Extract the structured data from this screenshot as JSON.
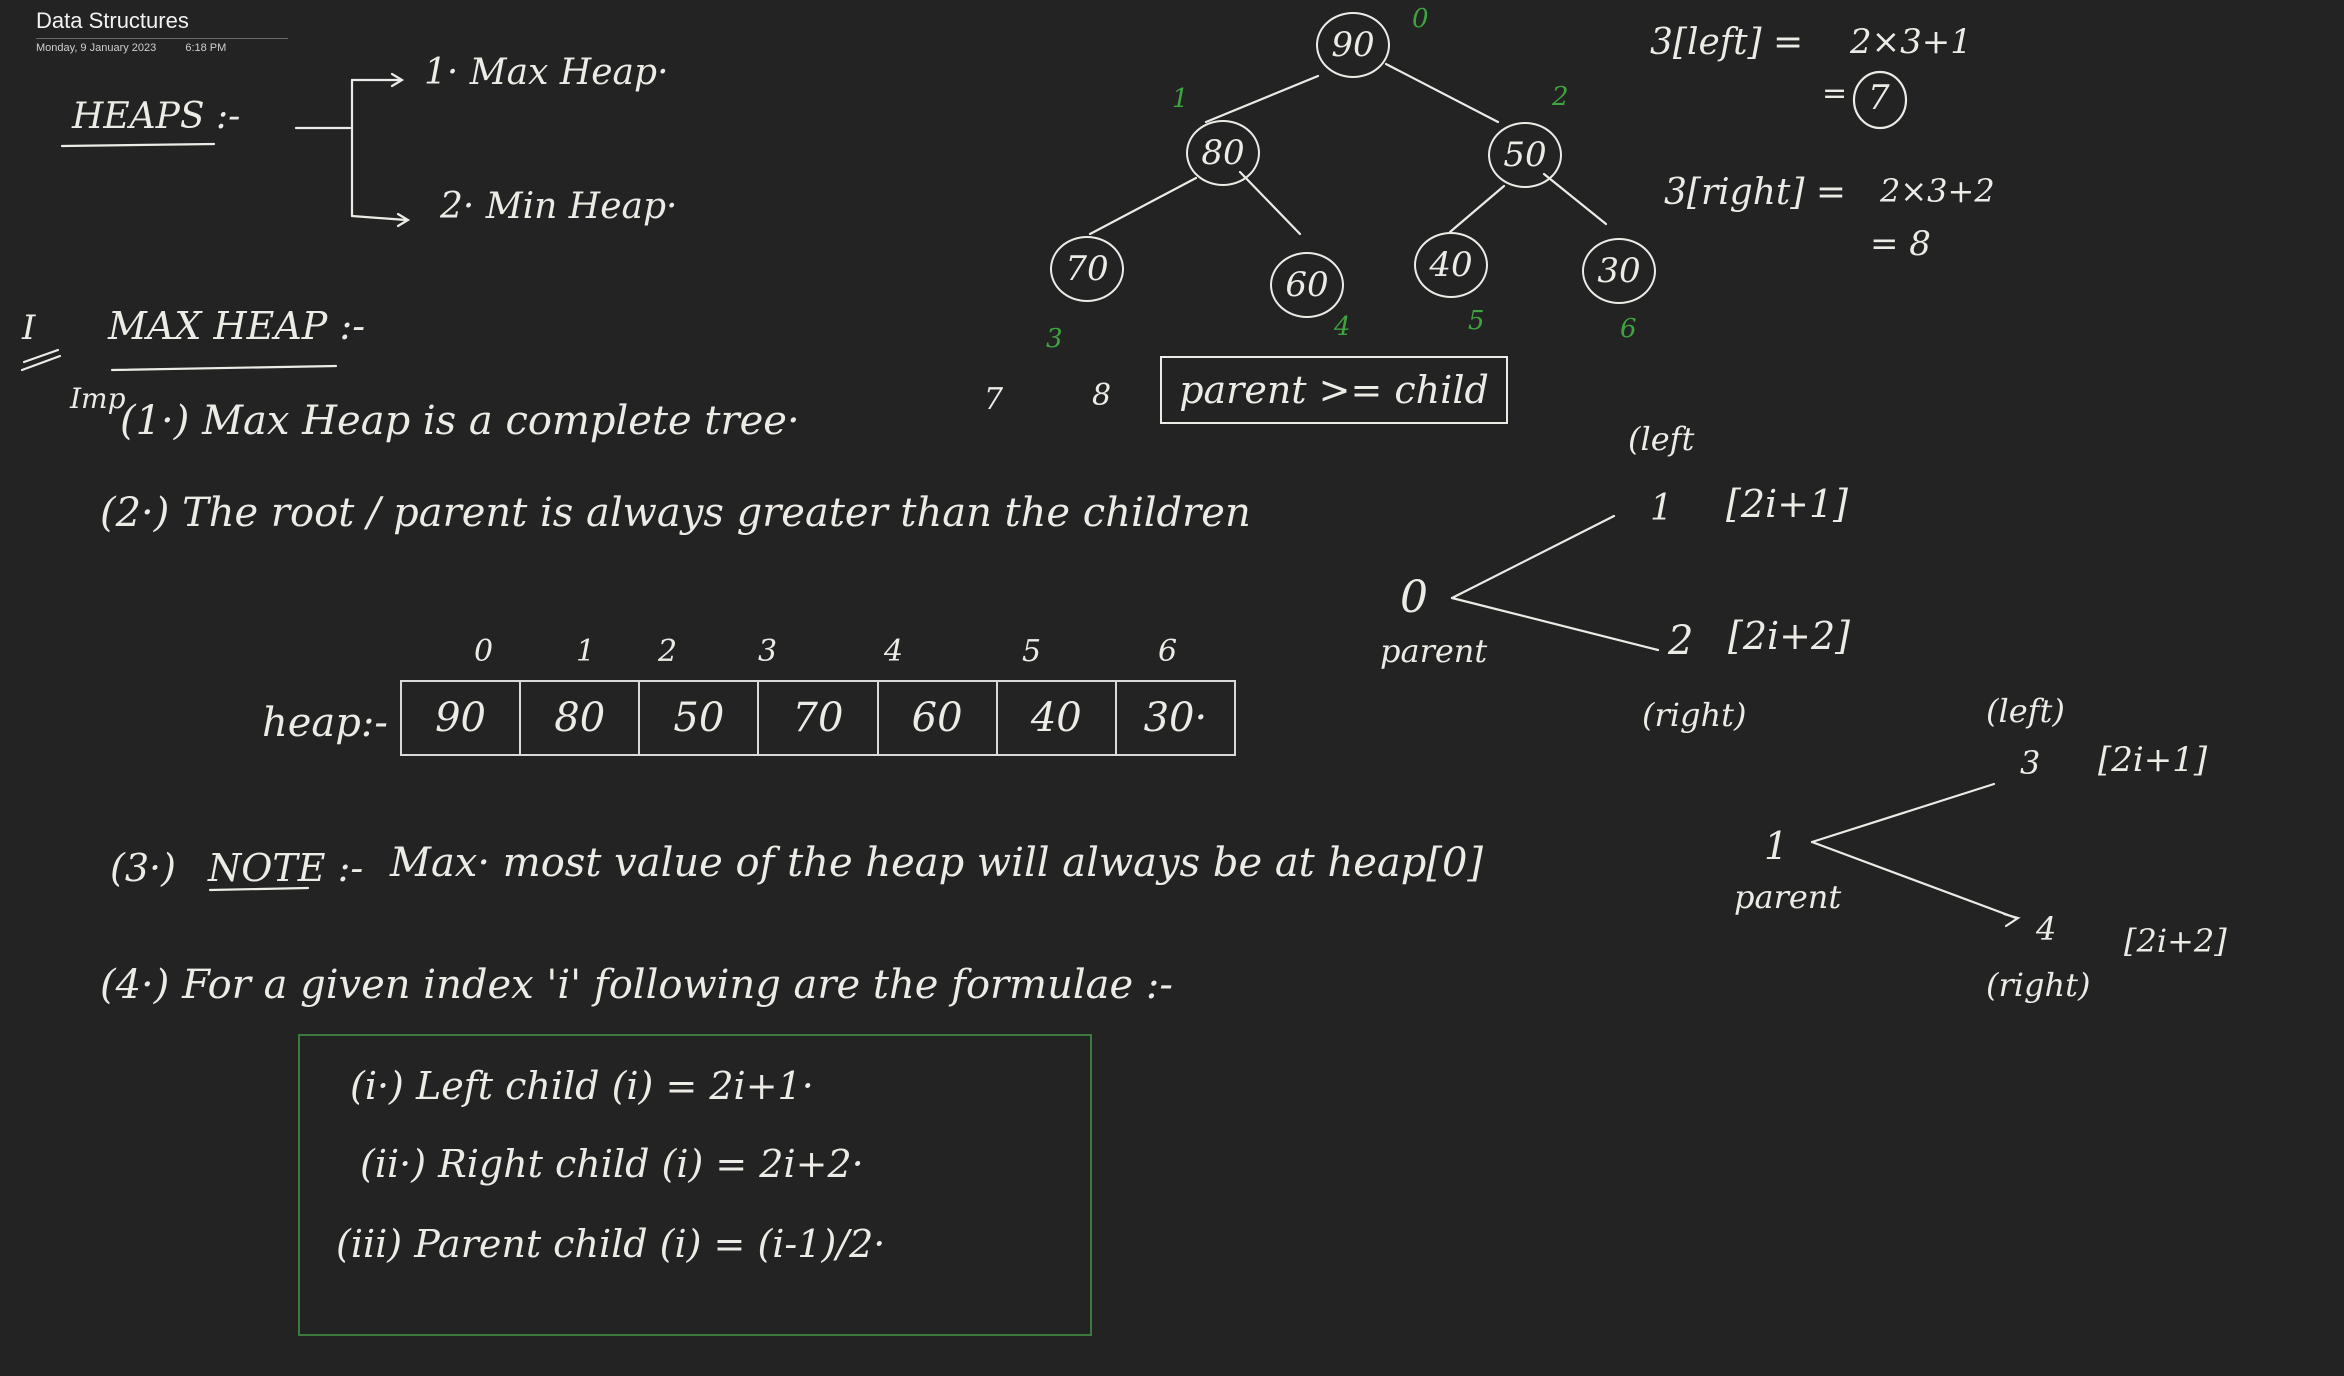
{
  "header": {
    "title": "Data Structures",
    "date": "Monday, 9 January 2023",
    "time": "6:18 PM"
  },
  "intro": {
    "heaps_label": "HEAPS :-",
    "type1": "1· Max Heap·",
    "type2": "2· Min Heap·"
  },
  "section": {
    "roman": "I",
    "title": "MAX HEAP :-",
    "imp": "Imp",
    "point1": "(1·) Max Heap is a complete tree·",
    "point2": "(2·) The root / parent is always greater than the children",
    "point3_prefix": "(3·)",
    "point3_note": "NOTE :-",
    "point3_text": "Max· most value of the heap will always be at heap[0]",
    "point4": "(4·) For a given index 'i' following are the formulae :-"
  },
  "heap_array": {
    "label": "heap:-",
    "indices": [
      "0",
      "1",
      "2",
      "3",
      "4",
      "5",
      "6"
    ],
    "values": [
      "90",
      "80",
      "50",
      "70",
      "60",
      "40",
      "30·"
    ]
  },
  "formulas": [
    "(i·) Left child (i) = 2i+1·",
    "(ii·) Right child (i) = 2i+2·",
    "(iii) Parent child (i) = (i-1)/2·"
  ],
  "tree": {
    "nodes": [
      {
        "value": "90",
        "index": "0"
      },
      {
        "value": "80",
        "index": "1"
      },
      {
        "value": "50",
        "index": "2"
      },
      {
        "value": "70",
        "index": "3"
      },
      {
        "value": "60",
        "index": "4"
      },
      {
        "value": "40",
        "index": "5"
      },
      {
        "value": "30",
        "index": "6"
      }
    ],
    "extra_indices": [
      "7",
      "8"
    ],
    "condition": "parent >= child"
  },
  "calc": {
    "left_lhs": "3[left] =",
    "left_rhs": "2×3+1",
    "left_result": "7",
    "right_lhs": "3[right] =",
    "right_rhs": "2×3+2",
    "right_result": "= 8"
  },
  "diagram1": {
    "parent_value": "0",
    "parent_label": "parent",
    "left_label": "(left",
    "left_index": "1",
    "left_formula": "[2i+1]",
    "right_index": "2",
    "right_formula": "[2i+2]",
    "right_label": "(right)"
  },
  "diagram2": {
    "parent_value": "1",
    "parent_label": "parent",
    "left_label": "(left)",
    "left_index": "3",
    "left_formula": "[2i+1]",
    "right_index": "4",
    "right_formula": "[2i+2]",
    "right_label": "(right)"
  },
  "colors": {
    "background": "#232323",
    "ink": "#ecebe6",
    "index_green": "#3fa33f",
    "box_green": "#3d7a3d"
  }
}
